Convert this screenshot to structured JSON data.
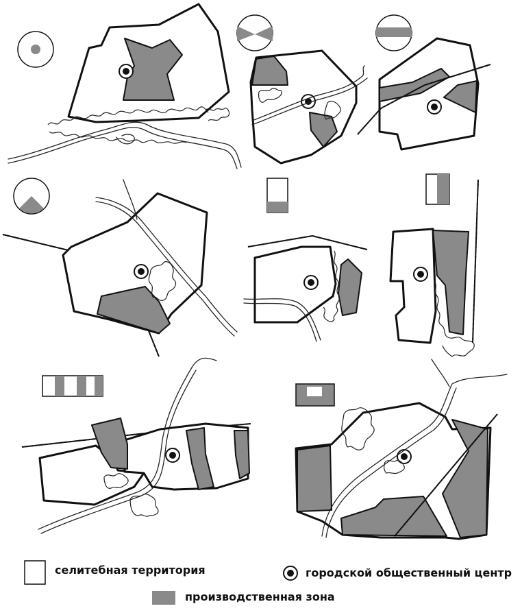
{
  "legend": {
    "residential": "селитебная территория",
    "center": "городской общественный центр",
    "industrial": "производственная зона"
  },
  "colors": {
    "industrial_fill": "#8a8a8a",
    "outline": "#111111",
    "background": "#ffffff"
  },
  "schemes": [
    {
      "id": 1,
      "symbol": "circle-center-dot",
      "layout": "industry-inside-residential"
    },
    {
      "id": 2,
      "symbol": "bow-tie",
      "layout": "two-industrial-pockets"
    },
    {
      "id": 3,
      "symbol": "horizontal-band",
      "layout": "industry-along-railway"
    },
    {
      "id": 4,
      "symbol": "circle-sector",
      "layout": "industry-sector-at-edge"
    },
    {
      "id": 5,
      "symbol": "half-split-vertical",
      "layout": "industry-beside-residential"
    },
    {
      "id": 6,
      "symbol": "half-split-horizontal",
      "layout": "industry-parallel-strip"
    },
    {
      "id": 7,
      "symbol": "alternating-stripes",
      "layout": "alternating-strips"
    },
    {
      "id": 8,
      "symbol": "frame",
      "layout": "industry-surrounding"
    }
  ]
}
